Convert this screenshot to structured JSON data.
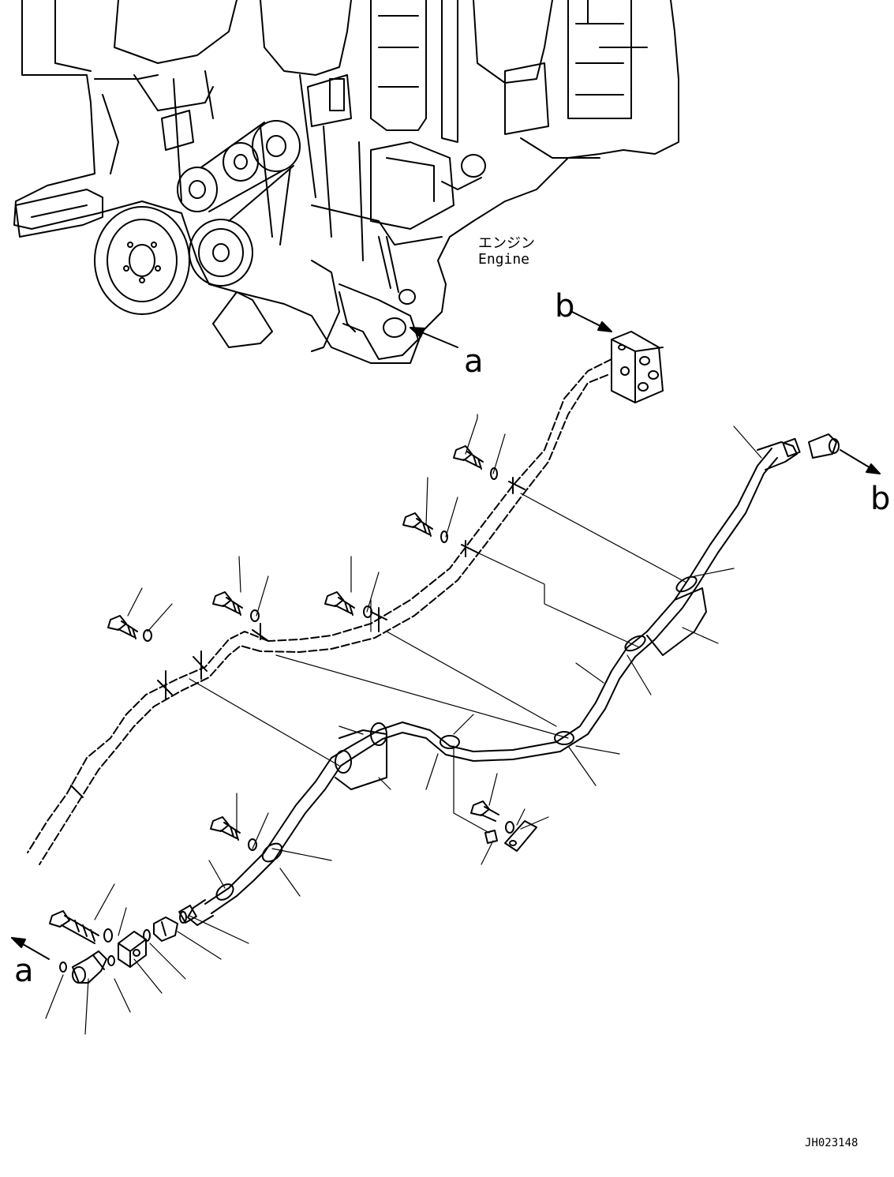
{
  "engine": {
    "label_ja": "エンジン",
    "label_en": "Engine"
  },
  "callouts": {
    "a_top": "a",
    "a_bottom": "a",
    "b_top": "b",
    "b_right": "b"
  },
  "drawing_number": "JH023148",
  "colors": {
    "line": "#000000",
    "background": "#ffffff"
  }
}
